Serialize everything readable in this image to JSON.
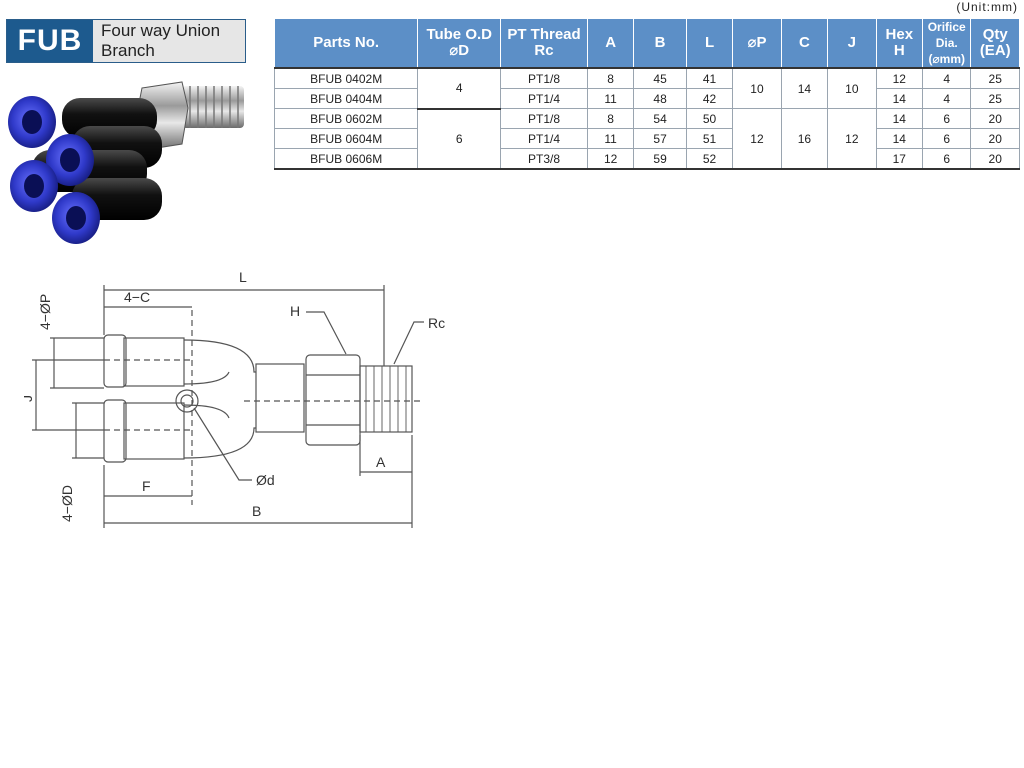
{
  "header": {
    "code": "FUB",
    "title": "Four way Union Branch"
  },
  "unit_note": "(Unit:mm)",
  "table": {
    "columns": [
      {
        "line1": "Parts No.",
        "line2": ""
      },
      {
        "line1": "Tube O.D",
        "line2": "⌀D"
      },
      {
        "line1": "PT Thread",
        "line2": "Rc"
      },
      {
        "line1": "A",
        "line2": ""
      },
      {
        "line1": "B",
        "line2": ""
      },
      {
        "line1": "L",
        "line2": ""
      },
      {
        "line1": "⌀P",
        "line2": ""
      },
      {
        "line1": "C",
        "line2": ""
      },
      {
        "line1": "J",
        "line2": ""
      },
      {
        "line1": "Hex",
        "line2": "H"
      },
      {
        "line1": "Orifice Dia.",
        "line2": "(⌀mm)"
      },
      {
        "line1": "Qty",
        "line2": "(EA)"
      }
    ],
    "rows": [
      {
        "part": "BFUB 0402M",
        "thread": "PT1/8",
        "A": "8",
        "B": "45",
        "L": "41",
        "H": "12",
        "orifice": "4",
        "qty": "25"
      },
      {
        "part": "BFUB 0404M",
        "thread": "PT1/4",
        "A": "11",
        "B": "48",
        "L": "42",
        "H": "14",
        "orifice": "4",
        "qty": "25"
      },
      {
        "part": "BFUB 0602M",
        "thread": "PT1/8",
        "A": "8",
        "B": "54",
        "L": "50",
        "H": "14",
        "orifice": "6",
        "qty": "20"
      },
      {
        "part": "BFUB 0604M",
        "thread": "PT1/4",
        "A": "11",
        "B": "57",
        "L": "51",
        "H": "14",
        "orifice": "6",
        "qty": "20"
      },
      {
        "part": "BFUB 0606M",
        "thread": "PT3/8",
        "A": "12",
        "B": "59",
        "L": "52",
        "H": "17",
        "orifice": "6",
        "qty": "20"
      }
    ],
    "groups": [
      {
        "tube_od": "4",
        "P": "10",
        "C": "14",
        "J": "10"
      },
      {
        "tube_od": "6",
        "P": "12",
        "C": "16",
        "J": "12"
      }
    ]
  },
  "drawing": {
    "labels": {
      "L": "L",
      "four_c": "4−C",
      "four_p": "4−ØP",
      "H": "H",
      "Rc": "Rc",
      "J": "J",
      "four_d": "4−ØD",
      "F": "F",
      "d": "Ød",
      "A": "A",
      "B": "B"
    }
  },
  "colors": {
    "brand": "#1d5a8e",
    "table_header": "#5c8fc7",
    "fitting_body": "#1a1a1a",
    "collet": "#2f39c9"
  }
}
